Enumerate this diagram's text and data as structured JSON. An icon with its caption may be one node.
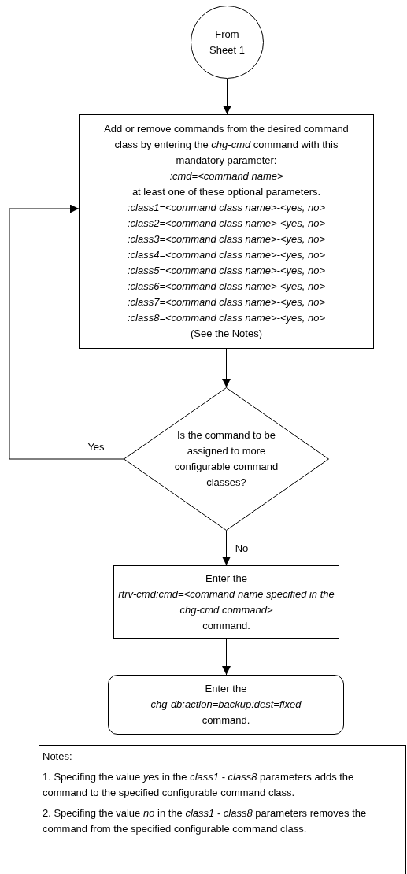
{
  "diagram": {
    "nodes": [
      {
        "text": [
          "From Sheet 1"
        ]
      },
      {
        "text": [
          "Add or remove commands from the desired command class by entering the *chg-cmd* command with this mandatory parameter:",
          ":cmd=<command name>",
          "at least one of these optional parameters.",
          ":class1=<command class name>-<yes, no>",
          ":class2=<command class name>-<yes, no>",
          ":class3=<command class name>-<yes, no>",
          ":class4=<command class name>-<yes, no>",
          ":class5=<command class name>-<yes, no>",
          ":class6=<command class name>-<yes, no>",
          ":class7=<command class name>-<yes, no>",
          ":class8=<command class name>-<yes, no>",
          "(See the Notes)"
        ]
      },
      {
        "text": [
          "Is the command to be assigned to more configurable command classes?"
        ]
      },
      {
        "text": [
          "Enter the",
          "rtrv-cmd:cmd=<command name specified in the chg-cmd command>",
          "command."
        ]
      },
      {
        "text": [
          "Enter the",
          "chg-db:action=backup:dest=fixed",
          "command."
        ]
      },
      {
        "text": [
          "Notes:",
          "1. Specifing the value *yes* in the *class1* - *class8* parameters adds the command to the specified configurable command class.",
          "2. Specifing the value *no* in the *class1* - *class8* parameters removes the command from the specified configurable command class."
        ]
      }
    ],
    "edges": [
      {
        "from": 0,
        "to": 1,
        "arrow": "to"
      },
      {
        "from": 1,
        "to": 2,
        "arrow": "to"
      },
      {
        "from": 2,
        "to": 1,
        "arrow": "to",
        "label": "Yes"
      },
      {
        "from": 2,
        "to": 3,
        "arrow": "to",
        "label": "No"
      },
      {
        "from": 3,
        "to": 4,
        "arrow": "to"
      }
    ]
  }
}
